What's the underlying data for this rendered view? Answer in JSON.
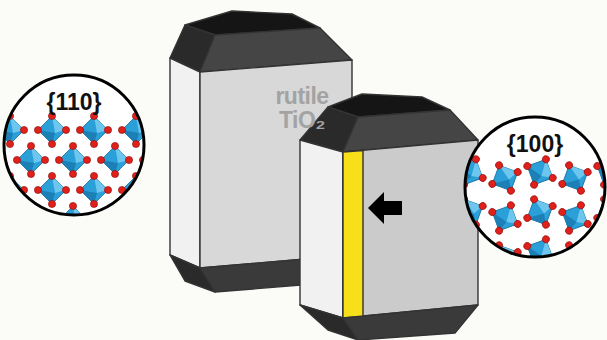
{
  "diagram": {
    "nodes": [
      {
        "text": [
          "{110}"
        ]
      },
      {
        "text": [
          "rutile TiO₂"
        ]
      },
      {
        "text": [
          "{100}"
        ]
      }
    ]
  }
}
